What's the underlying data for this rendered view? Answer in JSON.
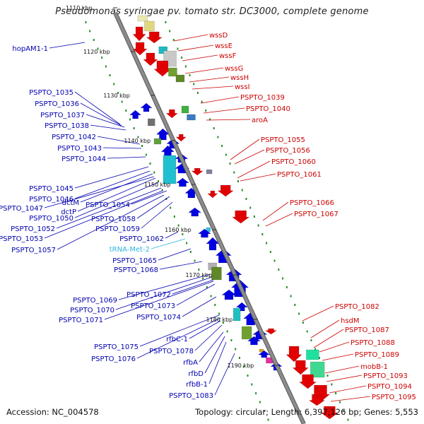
{
  "title": "Pseudomonas syringae pv. tomato str. DC3000, complete genome",
  "footer": {
    "accession": "Accession: NC_004578",
    "summary": "Topology: circular; Length: 6,397,126 bp; Genes: 5,553"
  },
  "colors": {
    "backbone": "#8c8c8c",
    "forward": "#e00000",
    "reverse": "#0000e0",
    "trna": "#30c0e8",
    "dots": "#2a8c2a",
    "label_forward": "#cc0000",
    "label_reverse": "#0000b0",
    "label_trna": "#30b8e0"
  },
  "scale": {
    "ticks": [
      "1110 kbp",
      "1120 kbp",
      "1130 kbp",
      "1140 kbp",
      "1150 kbp",
      "1160 kbp",
      "1170 kbp",
      "1180 kbp",
      "1190 kbp"
    ]
  },
  "labels": {
    "right": [
      "wssD",
      "wssE",
      "wssF",
      "wssG",
      "wssH",
      "wssI",
      "PSPTO_1039",
      "PSPTO_1040",
      "aroA",
      "PSPTO_1055",
      "PSPTO_1056",
      "PSPTO_1060",
      "PSPTO_1061",
      "PSPTO_1066",
      "PSPTO_1067",
      "PSPTO_1082",
      "hsdM",
      "PSPTO_1087",
      "PSPTO_1088",
      "PSPTO_1089",
      "mobB-1",
      "PSPTO_1093",
      "PSPTO_1094",
      "PSPTO_1095"
    ],
    "left": [
      "hopAM1-1",
      "PSPTO_1035",
      "PSPTO_1036",
      "PSPTO_1037",
      "PSPTO_1038",
      "PSPTO_1042",
      "PSPTO_1043",
      "PSPTO_1044",
      "PSPTO_1045",
      "PSPTO_1046",
      "dctM",
      "PSPTO_1047",
      "dctP",
      "PSPTO_1054",
      "PSPTO_1050",
      "PSPTO_1058",
      "PSPTO_1052",
      "PSPTO_1059",
      "PSPTO_1053",
      "PSPTO_1062",
      "PSPTO_1057",
      "tRNA-Met-2",
      "PSPTO_1065",
      "PSPTO_1068",
      "PSPTO_1072",
      "PSPTO_1069",
      "PSPTO_1073",
      "PSPTO_1070",
      "PSPTO_1071",
      "PSPTO_1074",
      "rfbC-1",
      "PSPTO_1075",
      "PSPTO_1078",
      "rfbA",
      "PSPTO_1076",
      "rfbD",
      "rfbB-1",
      "PSPTO_1083"
    ]
  }
}
